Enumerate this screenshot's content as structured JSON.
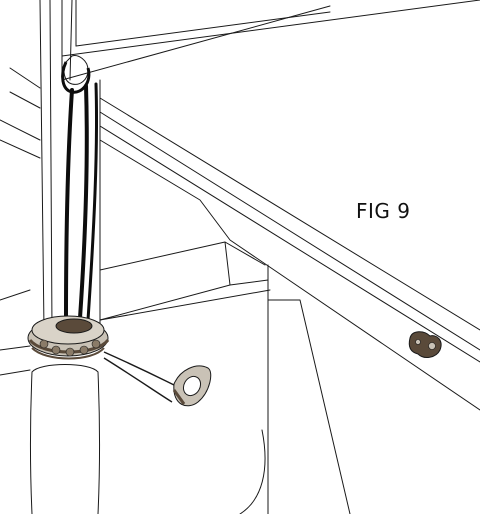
{
  "figure": {
    "label": "FIG 9",
    "colors": {
      "line": "#1a1a1a",
      "cord": "#0d0d0d",
      "hardware_dark": "#5a4a3a",
      "hardware_light": "#c9c2b6",
      "background": "#ffffff"
    },
    "parts": [
      "vertical-post",
      "cord-loop",
      "rope-cleat-coil",
      "lanyard",
      "cord-toggle",
      "wall-hook"
    ]
  }
}
